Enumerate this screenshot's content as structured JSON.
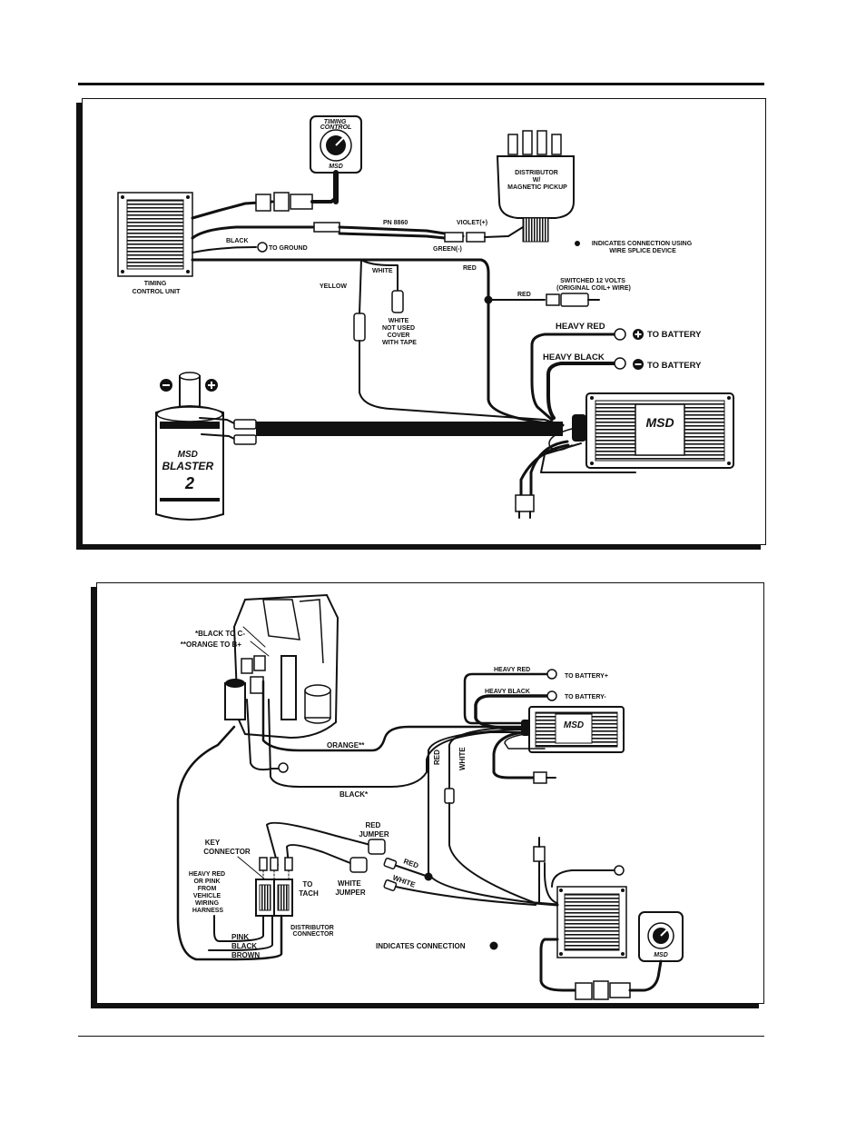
{
  "diagram_top": {
    "timing_control_unit_label": [
      "TIMING",
      "CONTROL UNIT"
    ],
    "timing_control_knob_label": [
      "TIMING",
      "CONTROL"
    ],
    "msd_small": "MSD",
    "distributor_label": [
      "DISTRIBUTOR",
      "W/",
      "MAGNETIC PICKUP"
    ],
    "pn_label": "PN 8860",
    "violet_label": "VIOLET(+)",
    "green_label": "GREEN(-)",
    "black_label": "BLACK",
    "to_ground_label": "TO GROUND",
    "splice_note": [
      "INDICATES CONNECTION USING",
      "WIRE SPLICE DEVICE"
    ],
    "white_label": "WHITE",
    "red_label": "RED",
    "yellow_label": "YELLOW",
    "white_not_used": [
      "WHITE",
      "NOT USED",
      "COVER",
      "WITH TAPE"
    ],
    "red_label_2": "RED",
    "switched_label": [
      "SWITCHED 12 VOLTS",
      "(ORIGINAL COIL+ WIRE)"
    ],
    "heavy_red_label": "HEAVY RED",
    "heavy_black_label": "HEAVY BLACK",
    "to_battery_pos": "TO BATTERY",
    "to_battery_neg": "TO BATTERY",
    "msd_box_label": "MSD",
    "coil_brand": [
      "MSD",
      "BLASTER",
      "2"
    ]
  },
  "diagram_bottom": {
    "black_to_c": "*BLACK TO C-",
    "orange_to_b": "**ORANGE TO B+",
    "heavy_red_label": "HEAVY RED",
    "to_battery_pos": "TO BATTERY+",
    "heavy_black_label": "HEAVY BLACK",
    "to_battery_neg": "TO BATTERY-",
    "orange_label": "ORANGE**",
    "red_label": "RED",
    "white_label": "WHITE",
    "black_label": "BLACK*",
    "red_jumper": [
      "RED",
      "JUMPER"
    ],
    "key_connector": [
      "KEY",
      "CONNECTOR"
    ],
    "heavy_red_pink": [
      "HEAVY RED",
      "OR PINK",
      "FROM",
      "VEHICLE",
      "WIRING",
      "HARNESS"
    ],
    "to_tach": [
      "TO",
      "TACH"
    ],
    "white_jumper": [
      "WHITE",
      "JUMPER"
    ],
    "red_wire": "RED",
    "white_wire": "WHITE",
    "distributor_connector": [
      "DISTRIBUTOR",
      "CONNECTOR"
    ],
    "pink_label": "PINK",
    "black_label_2": "BLACK",
    "brown_label": "BROWN",
    "indicates_connection": "INDICATES CONNECTION",
    "msd_box_label": "MSD",
    "msd_small": "MSD"
  }
}
